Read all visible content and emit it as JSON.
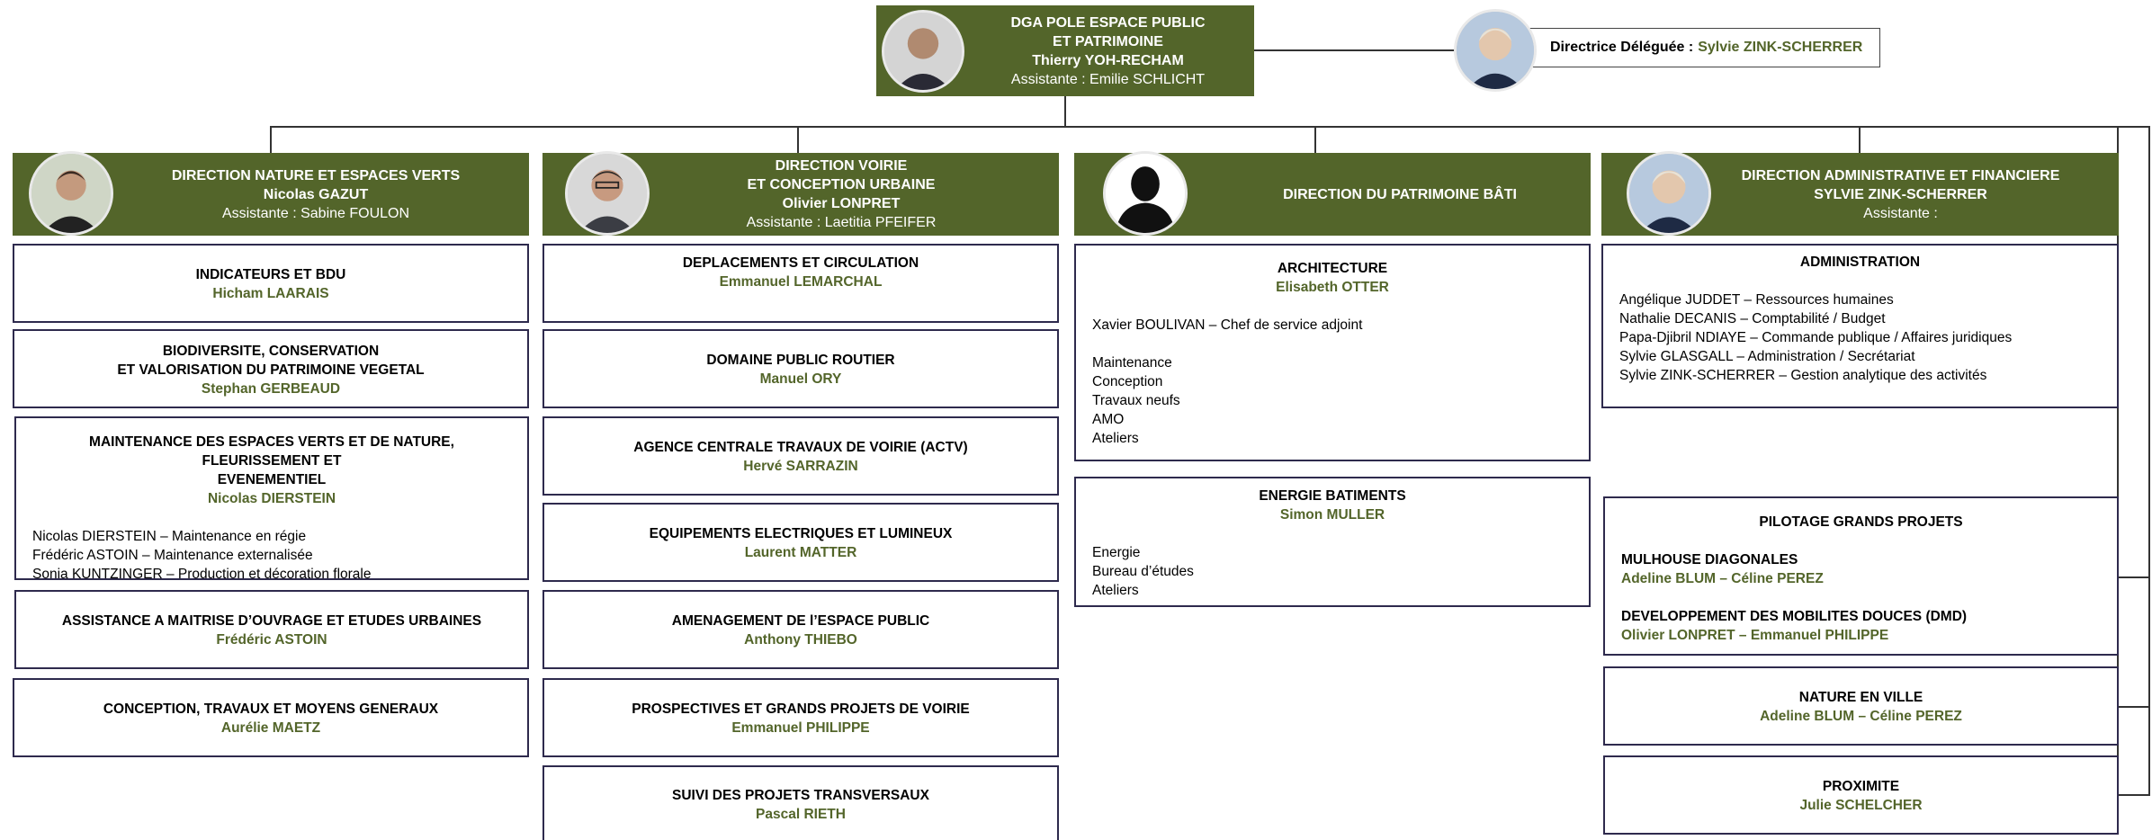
{
  "top": {
    "title1": "DGA POLE ESPACE PUBLIC",
    "title2": "ET PATRIMOINE",
    "name": "Thierry YOH-RECHAM",
    "assistant": "Assistante : Emilie SCHLICHT"
  },
  "delegate": {
    "label": "Directrice Déléguée :",
    "name": "Sylvie ZINK-SCHERRER"
  },
  "col1": {
    "title": "DIRECTION NATURE ET ESPACES VERTS",
    "name": "Nicolas GAZUT",
    "assistant": "Assistante : Sabine FOULON",
    "boxes": [
      {
        "title": "INDICATEURS ET BDU",
        "name": "Hicham LAARAIS"
      },
      {
        "title1": "BIODIVERSITE, CONSERVATION",
        "title2": "ET VALORISATION DU PATRIMOINE VEGETAL",
        "name": "Stephan GERBEAUD"
      },
      {
        "title1": "MAINTENANCE DES ESPACES VERTS ET DE NATURE, FLEURISSEMENT ET",
        "title2": "EVENEMENTIEL",
        "name": "Nicolas DIERSTEIN",
        "lines": [
          "Nicolas DIERSTEIN – Maintenance en régie",
          "Frédéric ASTOIN – Maintenance externalisée",
          "Sonia KUNTZINGER – Production et décoration florale"
        ]
      },
      {
        "title": "ASSISTANCE A MAITRISE D’OUVRAGE ET ETUDES URBAINES",
        "name": "Frédéric ASTOIN"
      },
      {
        "title": "CONCEPTION, TRAVAUX ET MOYENS GENERAUX",
        "name": "Aurélie MAETZ"
      }
    ]
  },
  "col2": {
    "title1": "DIRECTION VOIRIE",
    "title2": "ET CONCEPTION URBAINE",
    "name": "Olivier LONPRET",
    "assistant": "Assistante : Laetitia PFEIFER",
    "boxes": [
      {
        "title": "DEPLACEMENTS ET CIRCULATION",
        "name": "Emmanuel LEMARCHAL"
      },
      {
        "title": "DOMAINE PUBLIC ROUTIER",
        "name": "Manuel ORY"
      },
      {
        "title": "AGENCE CENTRALE TRAVAUX DE VOIRIE (ACTV)",
        "name": "Hervé SARRAZIN"
      },
      {
        "title": "EQUIPEMENTS ELECTRIQUES ET LUMINEUX",
        "name": "Laurent MATTER"
      },
      {
        "title": "AMENAGEMENT DE l’ESPACE PUBLIC",
        "name": "Anthony THIEBO"
      },
      {
        "title": "PROSPECTIVES ET GRANDS PROJETS DE VOIRIE",
        "name": "Emmanuel PHILIPPE"
      },
      {
        "title": "SUIVI DES PROJETS TRANSVERSAUX",
        "name": "Pascal RIETH"
      }
    ]
  },
  "col3": {
    "title": "DIRECTION DU PATRIMOINE BÂTI",
    "boxes": [
      {
        "title": "ARCHITECTURE",
        "name": "Elisabeth OTTER",
        "line1": "Xavier BOULIVAN – Chef de service adjoint",
        "lines": [
          "Maintenance",
          "Conception",
          "Travaux neufs",
          "AMO",
          "Ateliers"
        ]
      },
      {
        "title": "ENERGIE BATIMENTS",
        "name": "Simon MULLER",
        "lines": [
          "Energie",
          "Bureau d’études",
          "Ateliers"
        ]
      }
    ]
  },
  "col4": {
    "title": "DIRECTION ADMINISTRATIVE ET FINANCIERE",
    "name": "SYLVIE ZINK-SCHERRER",
    "assistant": "Assistante :",
    "admin": {
      "title": "ADMINISTRATION",
      "lines": [
        "Angélique JUDDET – Ressources humaines",
        "Nathalie DECANIS – Comptabilité / Budget",
        "Papa-Djibril NDIAYE – Commande publique / Affaires juridiques",
        "Sylvie GLASGALL – Administration / Secrétariat",
        "Sylvie ZINK-SCHERRER – Gestion analytique des activités"
      ]
    },
    "pilotage": {
      "title": "PILOTAGE GRANDS PROJETS",
      "p1_title": "MULHOUSE DIAGONALES",
      "p1_name": "Adeline BLUM – Céline PEREZ",
      "p2_title": "DEVELOPPEMENT DES MOBILITES DOUCES (DMD)",
      "p2_name": "Olivier LONPRET – Emmanuel PHILIPPE"
    },
    "nature": {
      "title": "NATURE EN VILLE",
      "name": "Adeline BLUM – Céline PEREZ"
    },
    "proximite": {
      "title": "PROXIMITE",
      "name": "Julie SCHELCHER"
    }
  },
  "colors": {
    "header_green": "#53652a",
    "name_green": "#53652a",
    "box_border": "#2e2a4d"
  },
  "icons": [
    "person-photo",
    "silhouette-placeholder-icon"
  ]
}
